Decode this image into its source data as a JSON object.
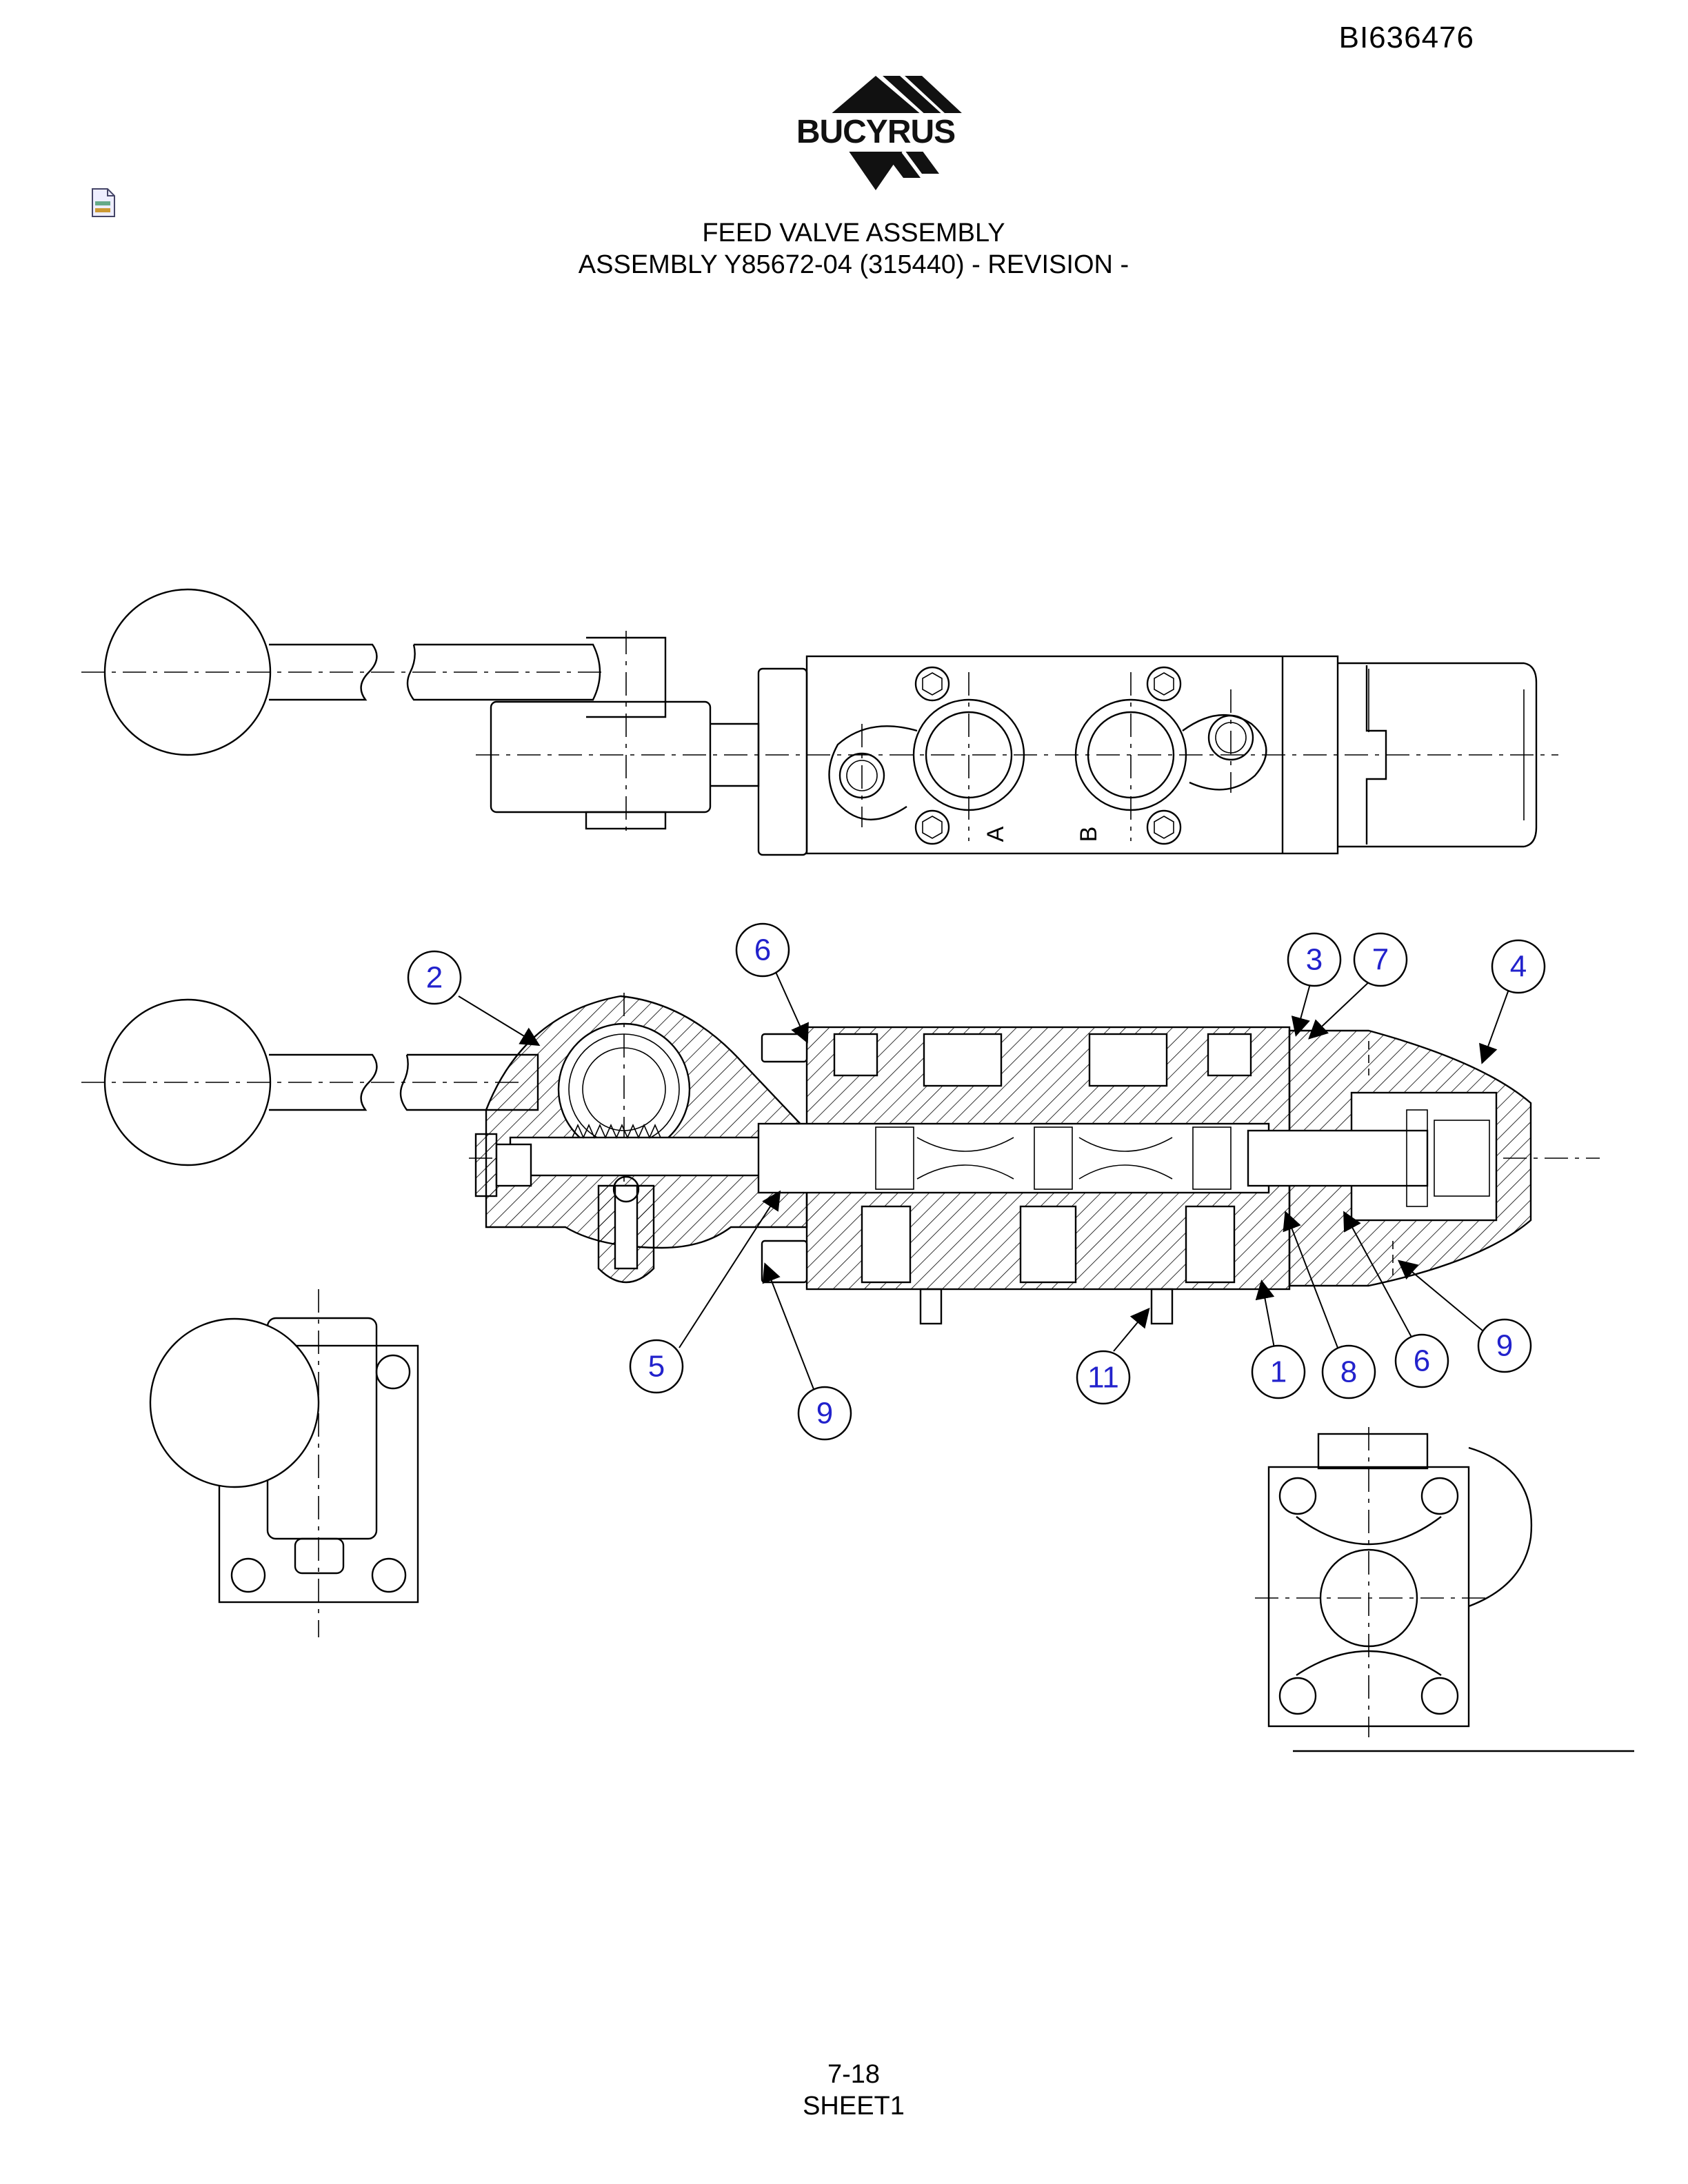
{
  "header": {
    "doc_number": "BI636476",
    "logo_text": "BUCYRUS"
  },
  "title": {
    "line1": "FEED VALVE ASSEMBLY",
    "line2": "ASSEMBLY Y85672-04 (315440) - REVISION -"
  },
  "views": {
    "top_view_port_labels": [
      "A",
      "B"
    ]
  },
  "callouts": [
    {
      "id": "c2",
      "label": "2"
    },
    {
      "id": "c6a",
      "label": "6"
    },
    {
      "id": "c3",
      "label": "3"
    },
    {
      "id": "c7",
      "label": "7"
    },
    {
      "id": "c4",
      "label": "4"
    },
    {
      "id": "c5",
      "label": "5"
    },
    {
      "id": "c9a",
      "label": "9"
    },
    {
      "id": "c11",
      "label": "11"
    },
    {
      "id": "c1",
      "label": "1"
    },
    {
      "id": "c8",
      "label": "8"
    },
    {
      "id": "c6b",
      "label": "6"
    },
    {
      "id": "c9b",
      "label": "9"
    }
  ],
  "footer": {
    "page": "7-18",
    "sheet": "SHEET1"
  }
}
